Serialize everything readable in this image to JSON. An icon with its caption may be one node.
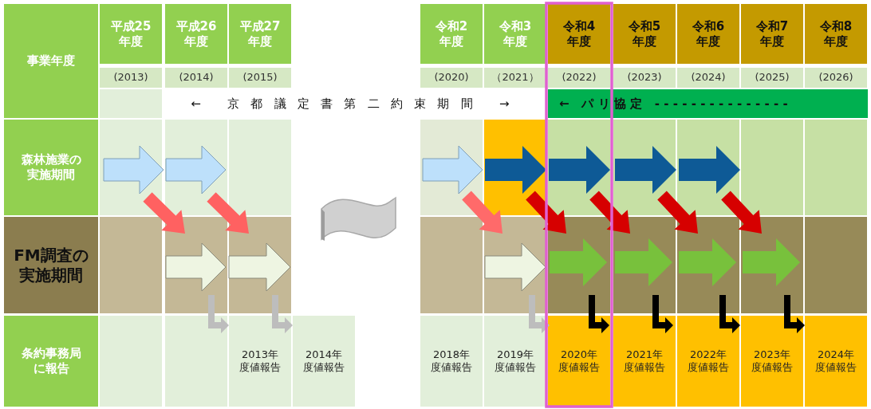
{
  "diagram": {
    "labels": [
      "事業年度",
      "平成25年度",
      "平成26年度",
      "平成27年度",
      "令和2年度",
      "令和3年度",
      "令和4年度",
      "令和5年度",
      "令和6年度",
      "令和7年度",
      "令和8年度",
      "(2013)",
      "(2014)",
      "(2015)",
      "(2020)",
      "（2021）",
      "(2022)",
      "(2023)",
      "(2024)",
      "(2025)",
      "(2026)",
      "← 京都議定書第二約束期間 →",
      "← パリ協定 ---------------",
      "森林施業の実施期間",
      "FM調査の実施期間",
      "条約事務局に報告",
      "2013年度値報告",
      "2014年度値報告",
      "2018年度値報告",
      "2019年度値報告",
      "2020年度値報告",
      "2021年度値報告",
      "2022年度値報告",
      "2023年度値報告",
      "2024年度値報告"
    ]
  }
}
